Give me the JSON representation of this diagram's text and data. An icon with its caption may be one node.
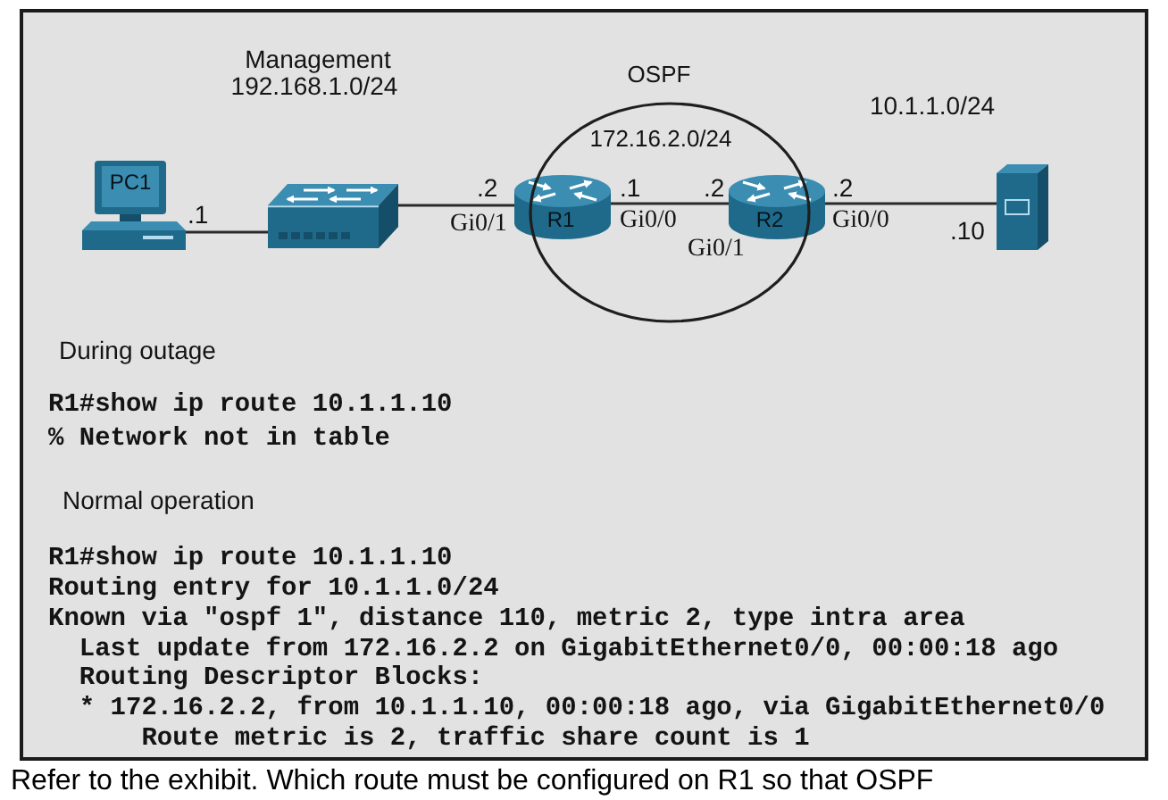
{
  "diagram": {
    "caption": "Refer to the exhibit. Which route must be configured on R1 so that OSPF",
    "nodes": [
      {
        "text": [
          "During outage",
          "R1#show ip route 10.1.1.10",
          "% Network not in table",
          "Normal operation",
          "R1#show ip route 10.1.1.10",
          "Routing entry for 10.1.1.0/24",
          "Known via \"ospf 1\", distance 110, metric 2, type intra area",
          "Last update from 172.16.2.2 on GigabitEthernet0/0, 00:00:18 ago",
          "Routing Descriptor Blocks:",
          "* 172.16.2.2, from 10.1.1.10, 00:00:18 ago, via GigabitEthernet0/0",
          "Route metric is 2, traffic share count is 1"
        ]
      },
      {
        "text": [
          "PC1"
        ],
        "in": 0
      },
      {
        "text": [],
        "shape": "picture",
        "in": 0
      },
      {
        "text": [
          "R1"
        ],
        "in": 0
      },
      {
        "text": [
          "R2"
        ],
        "in": 0
      },
      {
        "text": [],
        "shape": "picture",
        "in": 0
      }
    ],
    "edges": [
      {
        "from": 1,
        "to": 2,
        "arrow": "none"
      },
      {
        "from": 2,
        "to": 3,
        "arrow": "none"
      },
      {
        "from": 3,
        "to": 4,
        "arrow": "none"
      },
      {
        "from": 4,
        "to": 5,
        "arrow": "none"
      }
    ],
    "labels": [
      "Management",
      "192.168.1.0/24",
      "OSPF",
      "10.1.1.0/24",
      "172.16.2.0/24",
      ".1",
      ".2",
      "Gi0/1",
      ".1",
      "Gi0/0",
      ".2",
      "Gi0/1",
      ".2",
      "Gi0/0",
      ".10"
    ]
  }
}
